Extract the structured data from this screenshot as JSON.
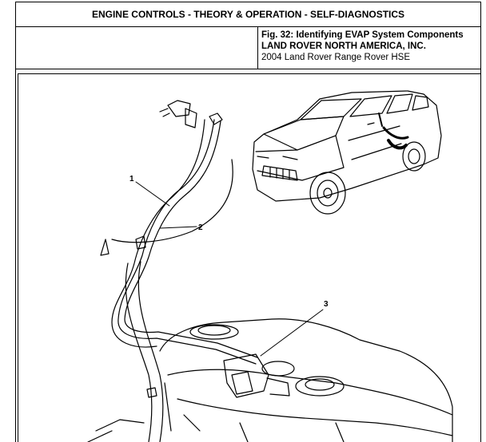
{
  "header": {
    "title": "ENGINE CONTROLS - THEORY & OPERATION - SELF-DIAGNOSTICS"
  },
  "caption": {
    "figure": "Fig. 32: Identifying EVAP System Components",
    "company": "LAND ROVER NORTH AMERICA, INC.",
    "vehicle": "2004 Land Rover Range Rover HSE"
  },
  "illustration": {
    "callouts": [
      "1",
      "2",
      "3"
    ]
  }
}
